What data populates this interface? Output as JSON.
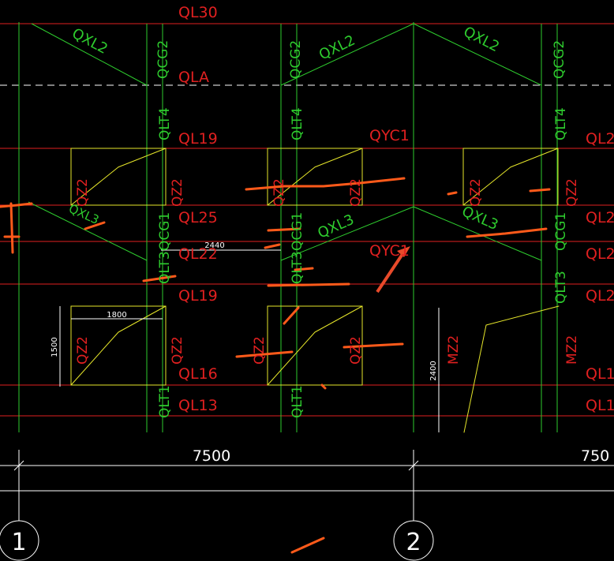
{
  "colors": {
    "background": "#000000",
    "beam_red": "#e02020",
    "column_green": "#2ecc2e",
    "window_yellow": "#e6e62a",
    "dimension_white": "#ffffff",
    "markup_orange": "#ff5a1a",
    "axis_grey": "#c8c8c8"
  },
  "beam_labels": {
    "ql30": "QL30",
    "qla": "QLA",
    "ql19_top_a": "QL19",
    "ql19_top_c": "QL2",
    "ql25_a": "QL25",
    "ql25_c": "QL2",
    "ql22_a": "QL22",
    "ql22_c": "QL2",
    "ql19_mid_a": "QL19",
    "ql19_mid_c": "QL2",
    "ql16_a": "QL16",
    "ql16_c": "QL1",
    "ql13_a": "QL13",
    "ql13_c": "QL1",
    "qyc1_top": "QYC1",
    "qyc1_bottom": "QYC1"
  },
  "column_labels": {
    "qcg2": "QCG2",
    "qlt4": "QLT4",
    "qcg1": "QCG1",
    "qlt3": "QLT3",
    "qlt1": "QLT1"
  },
  "brace_labels": {
    "qxl2": "QXL2",
    "qxl3": "QXL3"
  },
  "window_labels": {
    "qz2": "QZ2",
    "mz2": "MZ2"
  },
  "dimensions": {
    "d2440": "2440",
    "d1800": "1800",
    "d1500": "1500",
    "d2400": "2400",
    "bay_1": "7500",
    "bay_2": "750"
  },
  "axes": {
    "axis_1": "1",
    "axis_2": "2"
  }
}
